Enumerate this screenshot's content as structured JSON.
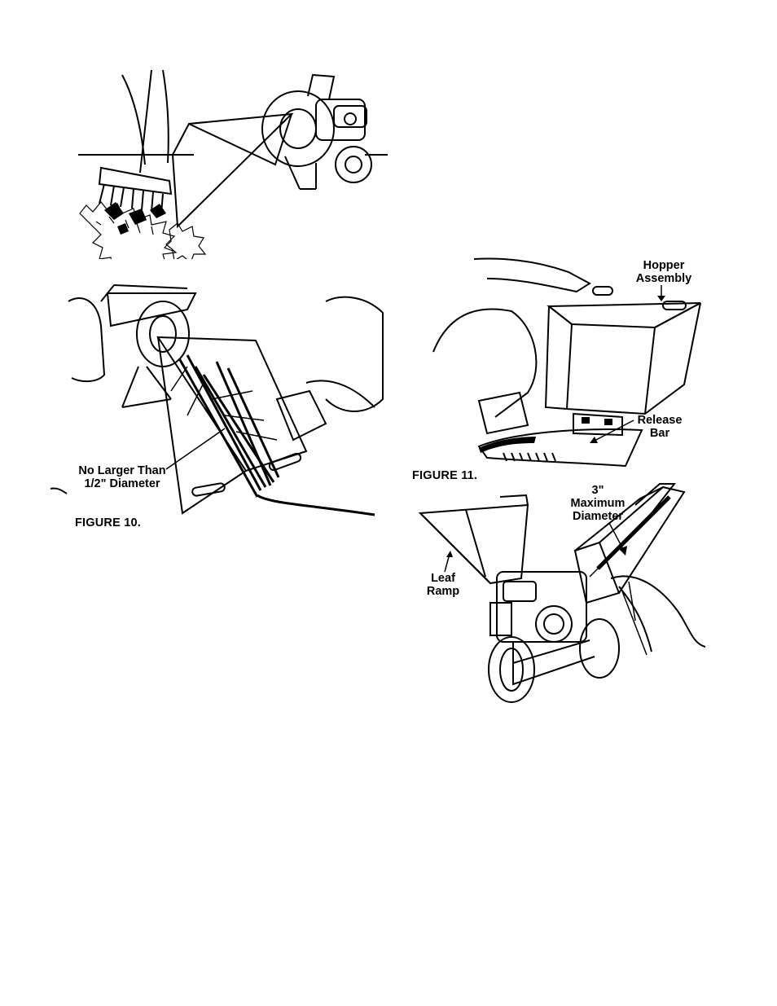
{
  "figures": {
    "fig10": {
      "caption": "FIGURE 10.",
      "callout_line1": "No Larger Than",
      "callout_line2": "1/2\" Diameter"
    },
    "fig11": {
      "caption": "FIGURE 11.",
      "hopper_line1": "Hopper",
      "hopper_line2": "Assembly",
      "release_line1": "Release",
      "release_line2": "Bar"
    },
    "fig12": {
      "max_line1": "3\"",
      "max_line2": "Maximum",
      "max_line3": "Diameter",
      "leaf_line1": "Leaf",
      "leaf_line2": "Ramp"
    }
  }
}
